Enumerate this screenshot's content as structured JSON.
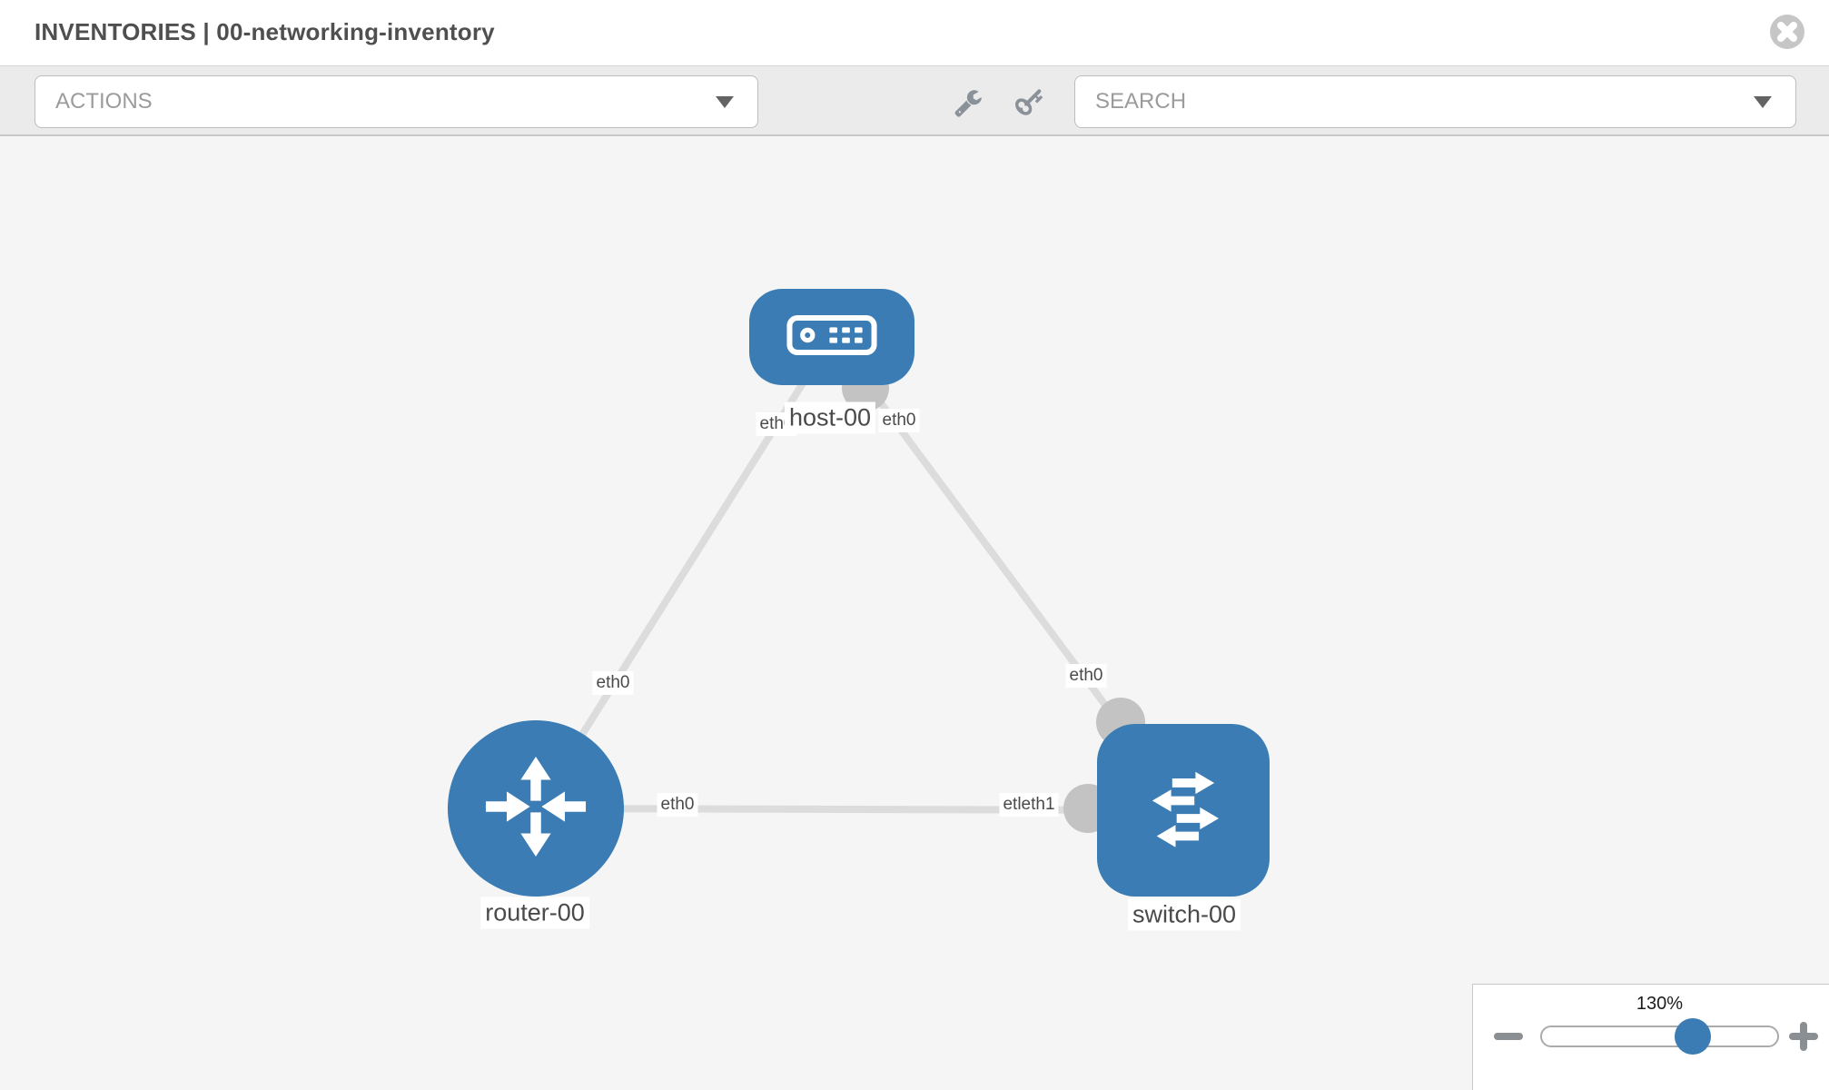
{
  "header": {
    "title": "INVENTORIES | 00-networking-inventory"
  },
  "toolbar": {
    "actions_label": "ACTIONS",
    "search_label": "SEARCH"
  },
  "icons": {
    "close": "close-circle-icon",
    "actions_caret": "caret-down-icon",
    "search_caret": "caret-down-icon",
    "wrench": "wrench-icon",
    "key": "key-icon",
    "host": "server-icon",
    "router": "router-arrows-icon",
    "switch": "switch-arrows-icon",
    "zoom_minus": "minus-icon",
    "zoom_plus": "plus-icon"
  },
  "topology": {
    "nodes": [
      {
        "id": "host-00",
        "type": "host",
        "label": "host-00"
      },
      {
        "id": "router-00",
        "type": "router",
        "label": "router-00"
      },
      {
        "id": "switch-00",
        "type": "switch",
        "label": "switch-00"
      }
    ],
    "links": [
      {
        "from": "host-00",
        "to": "router-00"
      },
      {
        "from": "host-00",
        "to": "switch-00"
      },
      {
        "from": "router-00",
        "to": "switch-00"
      }
    ],
    "interfaces": {
      "host_side_left": "eth0",
      "host_side_right": "eth0",
      "host_router_mid": "eth0",
      "host_switch_mid": "eth0",
      "router_switch_at_router": "eth0",
      "router_switch_at_switch": "etleth1"
    },
    "colors": {
      "node_fill": "#3a7cb3",
      "link": "#dcdcdc",
      "port": "#c3c3c3",
      "canvas_bg": "#f5f5f5"
    }
  },
  "zoom_control": {
    "level": "130%"
  }
}
